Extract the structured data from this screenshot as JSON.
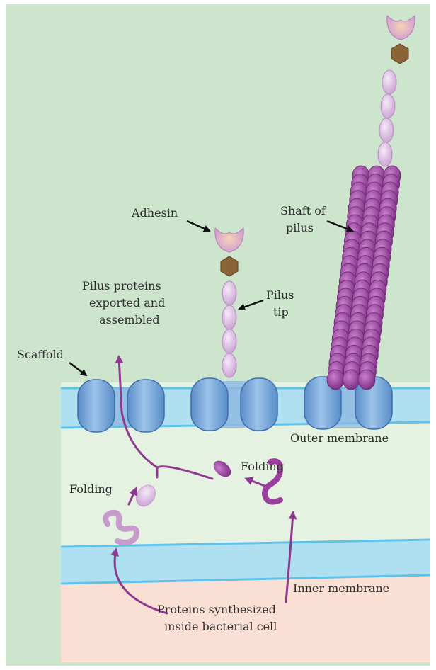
{
  "labels": {
    "adhesin": "Adhesin",
    "shaft_line1": "Shaft of",
    "shaft_line2": "pilus",
    "pilus_tip_line1": "Pilus",
    "pilus_tip_line2": "tip",
    "exported_line1": "Pilus proteins",
    "exported_line2": "exported and",
    "exported_line3": "assembled",
    "scaffold": "Scaffold",
    "outer_membrane": "Outer membrane",
    "folding_left": "Folding",
    "folding_right": "Folding",
    "inner_membrane": "Inner membrane",
    "synth_line1": "Proteins synthesized",
    "synth_line2": "inside bacterial cell"
  },
  "colors": {
    "outer_background": "#cde4cd",
    "membrane_blue": "#aee0f2",
    "periplasm": "#e6f2e1",
    "cytoplasm": "#fadfd4",
    "pilin_purple": "#9a3f9d",
    "pilin_light": "#e2c3e8",
    "arrow_purple": "#8e3a8f",
    "adhesin_pink": "#e8b7d6",
    "hexagon_brown": "#8a6436",
    "scaffold_blue": "#6f9ed3"
  }
}
